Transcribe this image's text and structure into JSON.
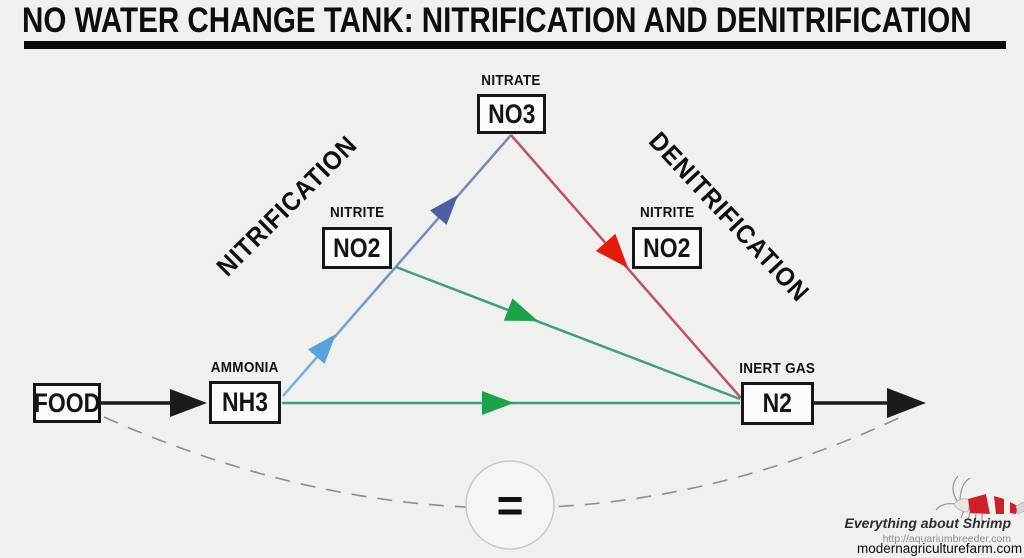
{
  "title": "NO WATER CHANGE TANK: NITRIFICATION AND DENITRIFICATION",
  "process_labels": {
    "nitrification": "NITRIFICATION",
    "denitrification": "DENITRIFICATION"
  },
  "nodes": {
    "food": {
      "label": "FOOD"
    },
    "ammonia": {
      "name": "AMMONIA",
      "formula": "NH3"
    },
    "nitrite_left": {
      "name": "NITRITE",
      "formula": "NO2"
    },
    "nitrate": {
      "name": "NITRATE",
      "formula": "NO3"
    },
    "nitrite_right": {
      "name": "NITRITE",
      "formula": "NO2"
    },
    "inert_gas": {
      "name": "INERT GAS",
      "formula": "N2"
    }
  },
  "equals_symbol": "=",
  "edges": [
    {
      "from": "FOOD",
      "to": "NH3",
      "style": "black solid arrow"
    },
    {
      "from": "NH3",
      "to": "NO2 nitrite",
      "style": "light-blue arrow",
      "process": "nitrification"
    },
    {
      "from": "NO2 nitrite",
      "to": "NO3 nitrate",
      "style": "indigo-blue arrow",
      "process": "nitrification"
    },
    {
      "from": "NO3 nitrate",
      "to": "NO2 nitrite",
      "style": "red arrow",
      "process": "denitrification"
    },
    {
      "from": "NO2 nitrite",
      "to": "N2 inert gas",
      "style": "red line",
      "process": "denitrification"
    },
    {
      "from": "NO2 nitrite",
      "to": "N2 inert gas",
      "style": "green arrow"
    },
    {
      "from": "NH3",
      "to": "N2 inert gas",
      "style": "green horizontal arrow"
    },
    {
      "from": "N2",
      "to": "out of tank",
      "style": "black solid arrow"
    },
    {
      "from": "FOOD",
      "to": "N2 output",
      "style": "gray dashed curve through equals circle"
    }
  ],
  "colors": {
    "background": "#f0f0ef",
    "box_border": "#161616",
    "black_arrow": "#1b1b1b",
    "light_blue_arrow": "#58a1da",
    "indigo_arrow": "#4d5da6",
    "red_arrow": "#e7180c",
    "red_line": "#bf5266",
    "green_arrow": "#1da24c",
    "green_line": "#3fa07c",
    "dashed_line": "#8f8f8f"
  },
  "footer": {
    "brand": "Everything about Shrimp",
    "url": "http://aquariumbreeder.com",
    "watermark": "modernagriculturefarm.com"
  }
}
